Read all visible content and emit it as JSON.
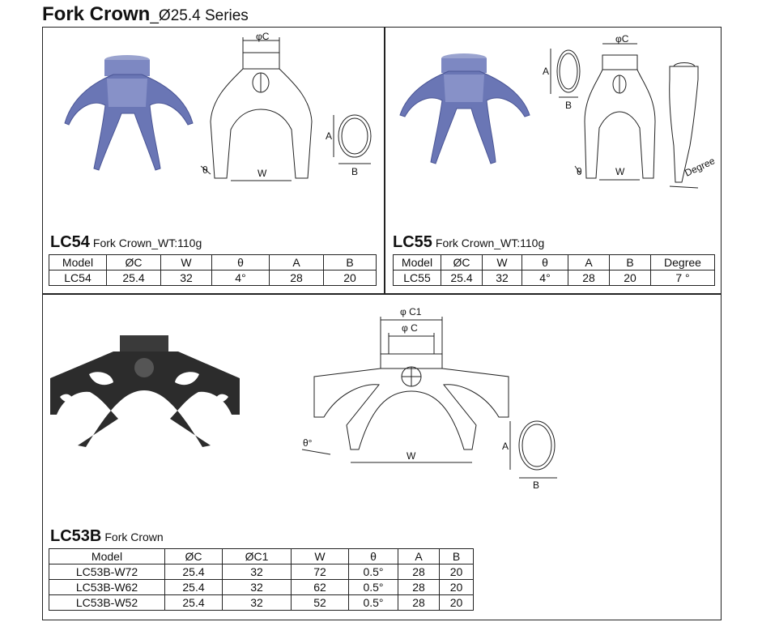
{
  "header": {
    "title": "Fork Crown",
    "subtitle": "_Ø25.4 Series"
  },
  "colors": {
    "blue_metal": "#6a76b5",
    "black_metal": "#2c2c2c",
    "line": "#222222"
  },
  "lc54": {
    "model_code": "LC54",
    "description": "Fork Crown_WT:110g",
    "headers": [
      "Model",
      "ØC",
      "W",
      "θ",
      "A",
      "B"
    ],
    "rows": [
      [
        "LC54",
        "25.4",
        "32",
        "4°",
        "28",
        "20"
      ]
    ],
    "drawing_labels": {
      "c": "φC",
      "w": "W",
      "theta": "θ",
      "a": "A",
      "b": "B"
    }
  },
  "lc55": {
    "model_code": "LC55",
    "description": "Fork Crown_WT:110g",
    "headers": [
      "Model",
      "ØC",
      "W",
      "θ",
      "A",
      "B",
      "Degree"
    ],
    "rows": [
      [
        "LC55",
        "25.4",
        "32",
        "4°",
        "28",
        "20",
        "7 °"
      ]
    ],
    "drawing_labels": {
      "c": "φC",
      "w": "W",
      "theta": "θ",
      "a": "A",
      "b": "B",
      "degree": "Degree"
    }
  },
  "lc53b": {
    "model_code": "LC53B",
    "description": "Fork Crown",
    "headers": [
      "Model",
      "ØC",
      "ØC1",
      "W",
      "θ",
      "A",
      "B"
    ],
    "rows": [
      [
        "LC53B-W72",
        "25.4",
        "32",
        "72",
        "0.5°",
        "28",
        "20"
      ],
      [
        "LC53B-W62",
        "25.4",
        "32",
        "62",
        "0.5°",
        "28",
        "20"
      ],
      [
        "LC53B-W52",
        "25.4",
        "32",
        "52",
        "0.5°",
        "28",
        "20"
      ]
    ],
    "drawing_labels": {
      "c1": "φ C1",
      "c": "φ C",
      "w": "W",
      "theta": "θ°",
      "a": "A",
      "b": "B"
    }
  }
}
